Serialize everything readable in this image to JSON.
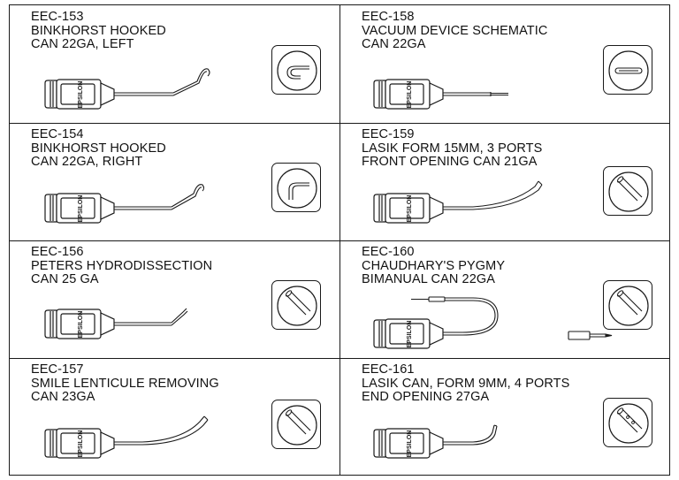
{
  "products": [
    {
      "code": "EEC-153",
      "name_line1": "BINKHORST HOOKED",
      "name_line2": "CAN 22GA, LEFT",
      "hub_text": "EPSILON",
      "tip": "hook-left"
    },
    {
      "code": "EEC-158",
      "name_line1": "VACUUM DEVICE SCHEMATIC",
      "name_line2": "CAN 22GA",
      "hub_text": "EPSILON",
      "tip": "vacuum-slot"
    },
    {
      "code": "EEC-154",
      "name_line1": "BINKHORST HOOKED",
      "name_line2": "CAN 22GA, RIGHT",
      "hub_text": "EPSILON",
      "tip": "hook-right"
    },
    {
      "code": "EEC-159",
      "name_line1": "LASIK FORM 15MM, 3 PORTS",
      "name_line2": "FRONT OPENING CAN 21GA",
      "hub_text": "EPSILON",
      "tip": "front-opening"
    },
    {
      "code": "EEC-156",
      "name_line1": "PETERS HYDRODISSECTION",
      "name_line2": "CAN 25 GA",
      "hub_text": "EPSILON",
      "tip": "angled-open"
    },
    {
      "code": "EEC-160",
      "name_line1": "CHAUDHARY'S PYGMY",
      "name_line2": "BIMANUAL CAN 22GA",
      "hub_text": "EPSILON",
      "tip": "pygmy"
    },
    {
      "code": "EEC-157",
      "name_line1": "SMILE LENTICULE REMOVING",
      "name_line2": "CAN 23GA",
      "hub_text": "EPSILON",
      "tip": "angled-open"
    },
    {
      "code": "EEC-161",
      "name_line1": "LASIK CAN, FORM 9MM, 4 PORTS",
      "name_line2": "END OPENING 27GA",
      "hub_text": "EPSILON",
      "tip": "end-opening-ports"
    }
  ],
  "colors": {
    "line": "#1a1a1a",
    "paper": "#ffffff"
  }
}
